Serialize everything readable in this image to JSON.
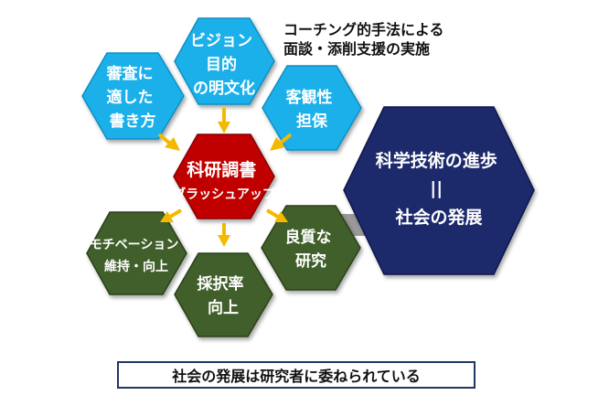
{
  "colors": {
    "cyan": "#1cb0ea",
    "cyan_edge": "#0d8fc4",
    "red": "#c00000",
    "red_edge": "#8a0000",
    "navy": "#1a2a6c",
    "navy_edge": "#0e1748",
    "green": "#3f5e2a",
    "green_edge": "#2b4219",
    "arrow_yellow": "#f5b800",
    "gray_arrow": "#9a9a9a"
  },
  "note": {
    "line1": "コーチング的手法による",
    "line2": "面談・添削支援の実施"
  },
  "hexes": {
    "shinsa": {
      "lines": [
        "審査に",
        "適した",
        "書き方"
      ]
    },
    "vision": {
      "lines": [
        "ビジョン",
        "目的",
        "の明文化"
      ]
    },
    "kyakkan": {
      "lines": [
        "客観性",
        "担保"
      ]
    },
    "center": {
      "line1": "科研調書",
      "line2": "ブラッシュアップ"
    },
    "motivation": {
      "lines": [
        "モチベーション",
        "維持・向上"
      ]
    },
    "saitaku": {
      "lines": [
        "採択率",
        "向上"
      ]
    },
    "ryoshitsu": {
      "lines": [
        "良質な",
        "研究"
      ]
    },
    "progress": {
      "line1": "科学技術の進歩",
      "line2": "||",
      "line3": "社会の発展"
    }
  },
  "caption": "社会の発展は研究者に委ねられている"
}
